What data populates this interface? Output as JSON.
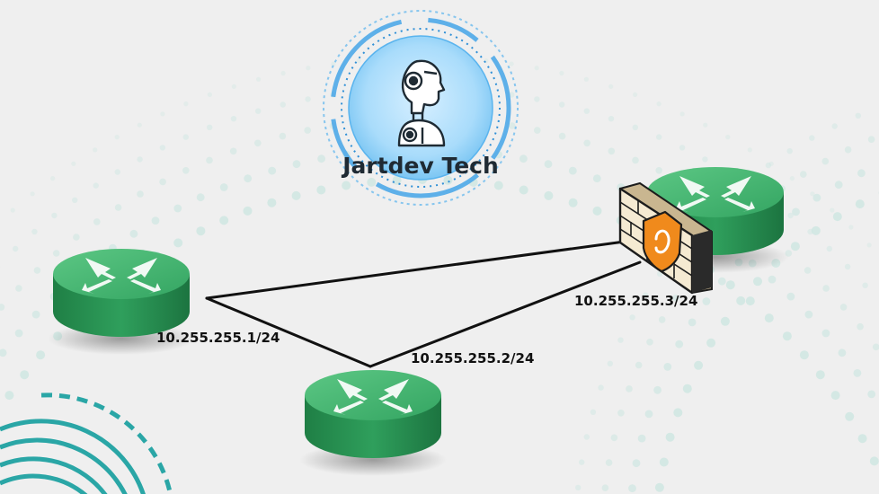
{
  "brand": {
    "name": "Jartdev Tech",
    "logo_icon": "robot-icon",
    "ring_color": "#5ab4ee",
    "disc_color": "#a9dcfb"
  },
  "links": {
    "router_left_ip": "10.255.255.1/24",
    "router_center_ip": "10.255.255.2/24",
    "firewall_ip": "10.255.255.3/24"
  },
  "devices": {
    "router_icon": "router-icon",
    "firewall_icon": "firewall-icon",
    "router_color": "#3bab66",
    "firewall_badge_color": "#f08a1c"
  },
  "decor": {
    "dot_color": "#cfe6e2",
    "arc_color": "#2aa6a6"
  }
}
